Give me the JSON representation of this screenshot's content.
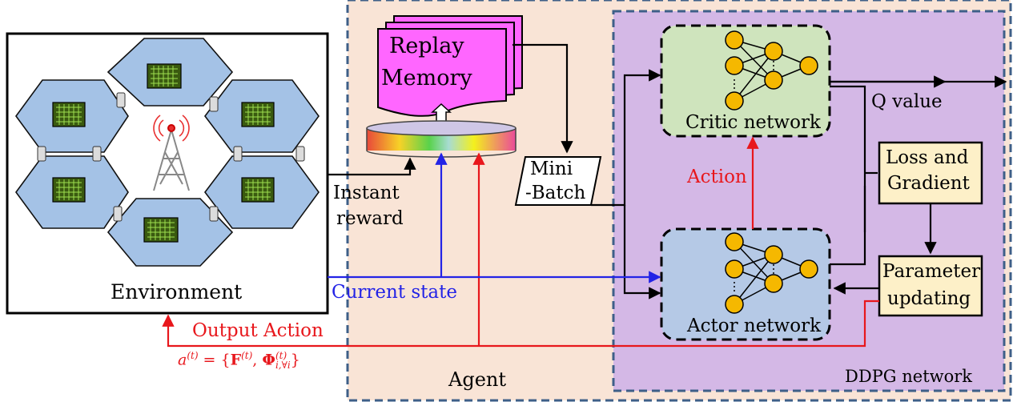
{
  "environment": {
    "label": "Environment"
  },
  "agent": {
    "label": "Agent"
  },
  "ddpg": {
    "label": "DDPG network"
  },
  "replay_memory": {
    "line1": "Replay",
    "line2": "Memory"
  },
  "mini_batch": {
    "line1": "Mini",
    "line2": "-Batch"
  },
  "critic": {
    "label": "Critic network"
  },
  "actor": {
    "label": "Actor network"
  },
  "loss": {
    "line1": "Loss and",
    "line2": "Gradient"
  },
  "param": {
    "line1": "Parameter",
    "line2": "updating"
  },
  "q_value": {
    "label": "Q value"
  },
  "action": {
    "label": "Action"
  },
  "instant_reward": {
    "line1": "Instant",
    "line2": "reward"
  },
  "current_state": {
    "label": "Current state"
  },
  "output_action": {
    "label": "Output Action"
  },
  "formula": {
    "a": "a",
    "t1": "(t)",
    "eq": " = {",
    "F": "F",
    "t2": "(t)",
    "comma": ", ",
    "Phi": "Φ",
    "t3": "(t)",
    "sub": "i,∀i",
    "close": "}"
  },
  "colors": {
    "agent_bg": "#f9e4d6",
    "ddpg_bg": "#d4b8e6",
    "critic_bg": "#cfe4bd",
    "actor_bg": "#b5c9e6",
    "box_bg": "#fdf0c8",
    "hex_fill": "#a4c2e6",
    "neuron": "#f5b800",
    "memory": "#ff66ff",
    "red": "#e8171c",
    "blue": "#2323e6",
    "dash": "#3e5f88"
  }
}
